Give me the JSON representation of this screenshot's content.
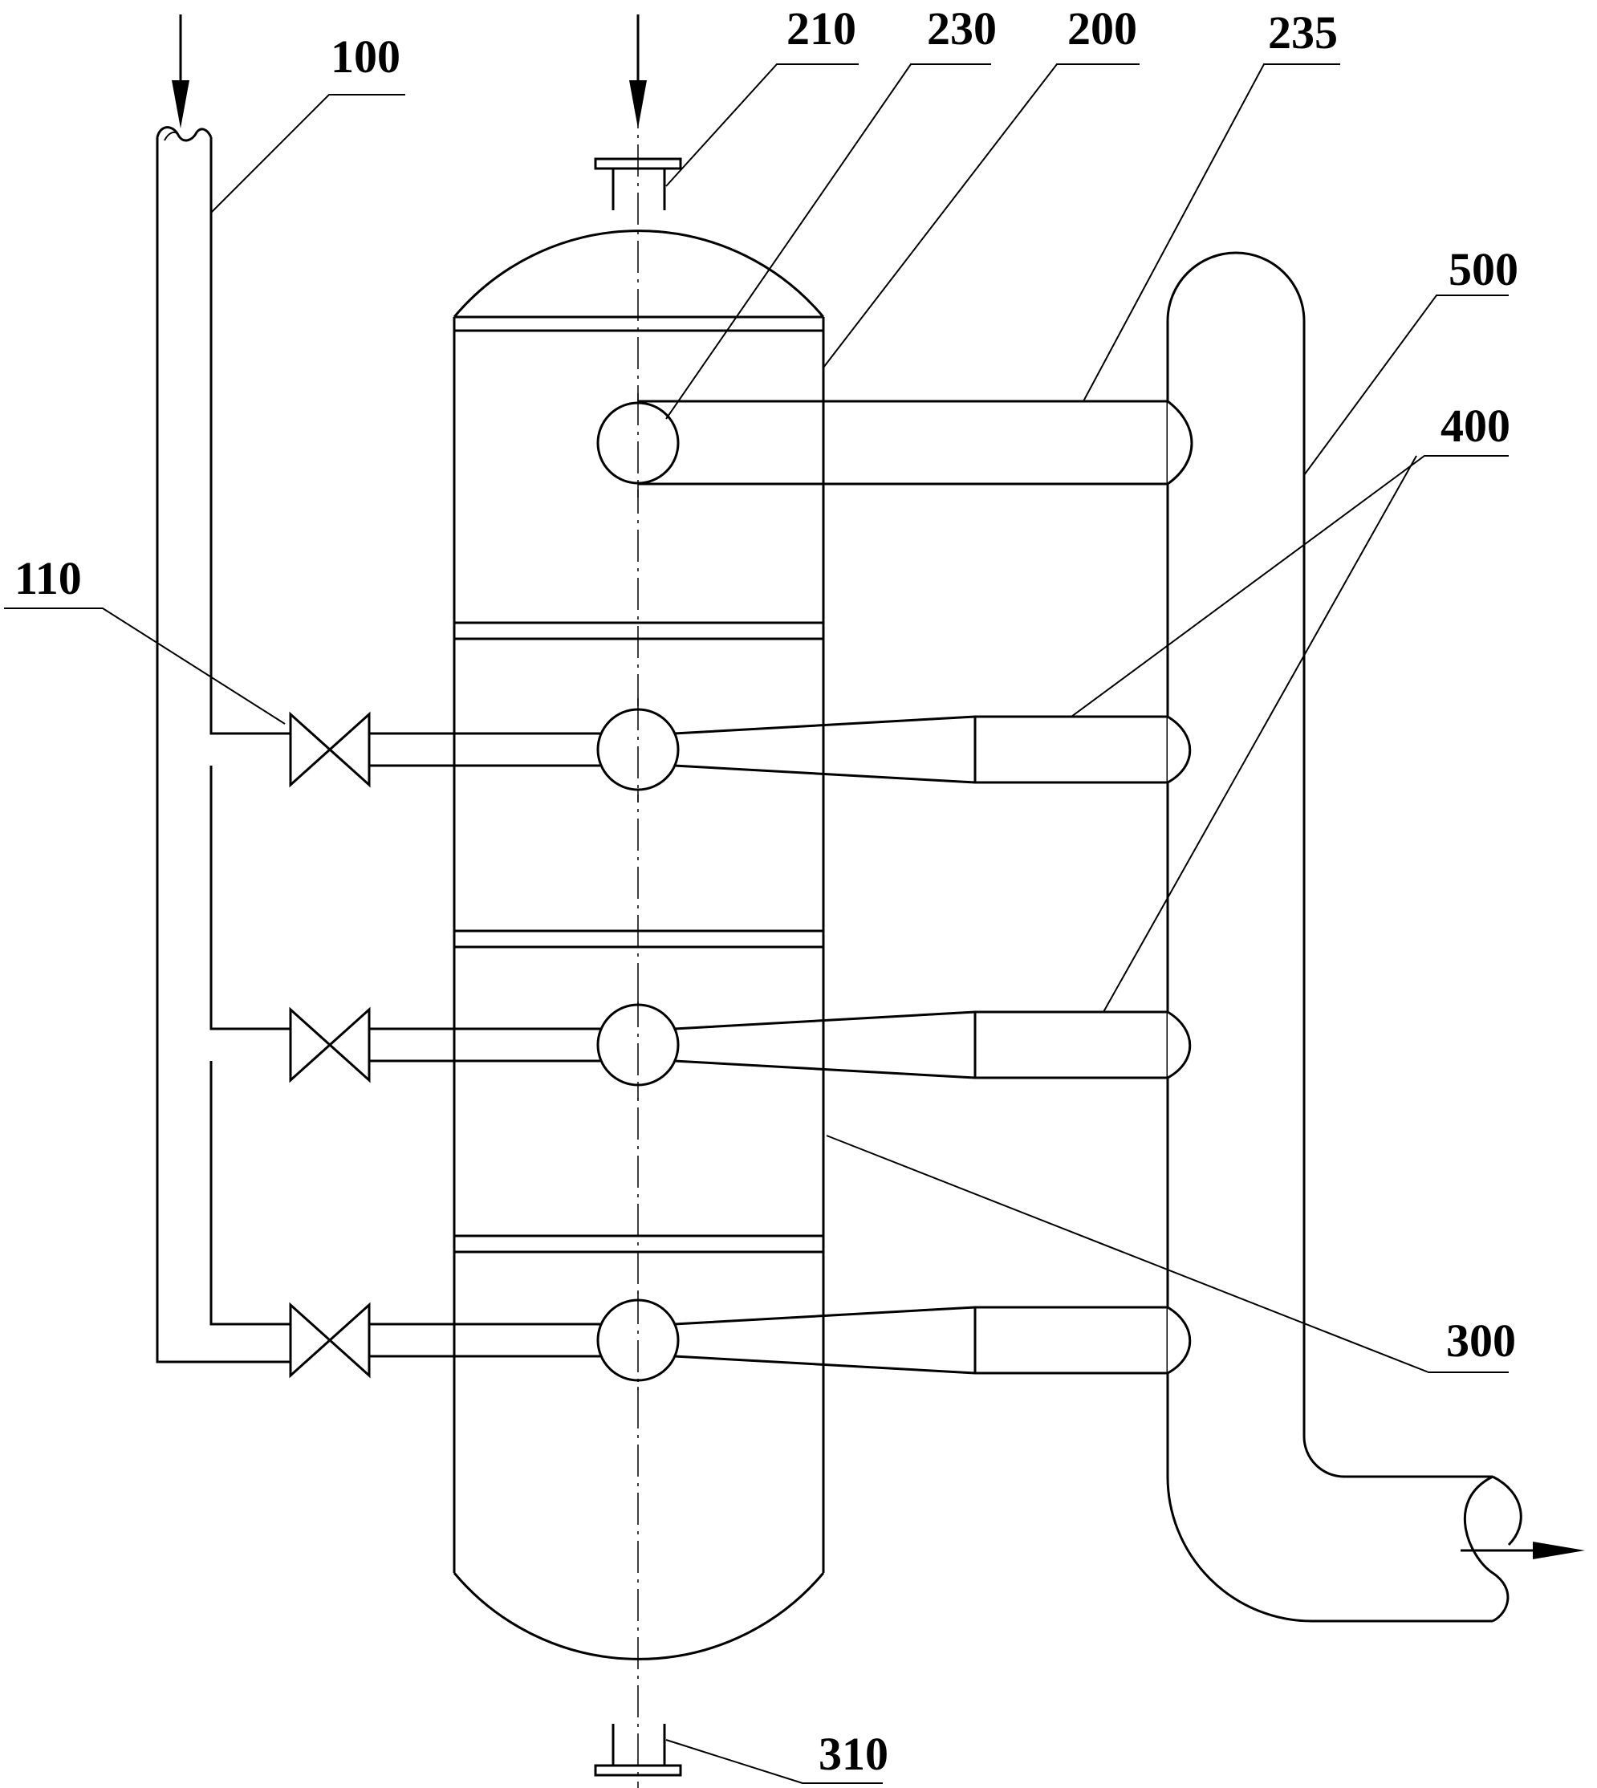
{
  "labels": {
    "feed_pipe": "100",
    "valve": "110",
    "reactor_body": "200",
    "top_nozzle": "210",
    "top_nozzle_ring": "230",
    "top_outlet_pipe": "235",
    "shell": "300",
    "bottom_nozzle": "310",
    "branch_outlets": "400",
    "collector_pipe": "500"
  },
  "colors": {
    "line": "#000000",
    "background": "#ffffff"
  },
  "icons": {
    "inlet_arrow": "arrow-down-icon",
    "outlet_arrow": "arrow-right-icon",
    "valve": "gate-valve-icon"
  }
}
